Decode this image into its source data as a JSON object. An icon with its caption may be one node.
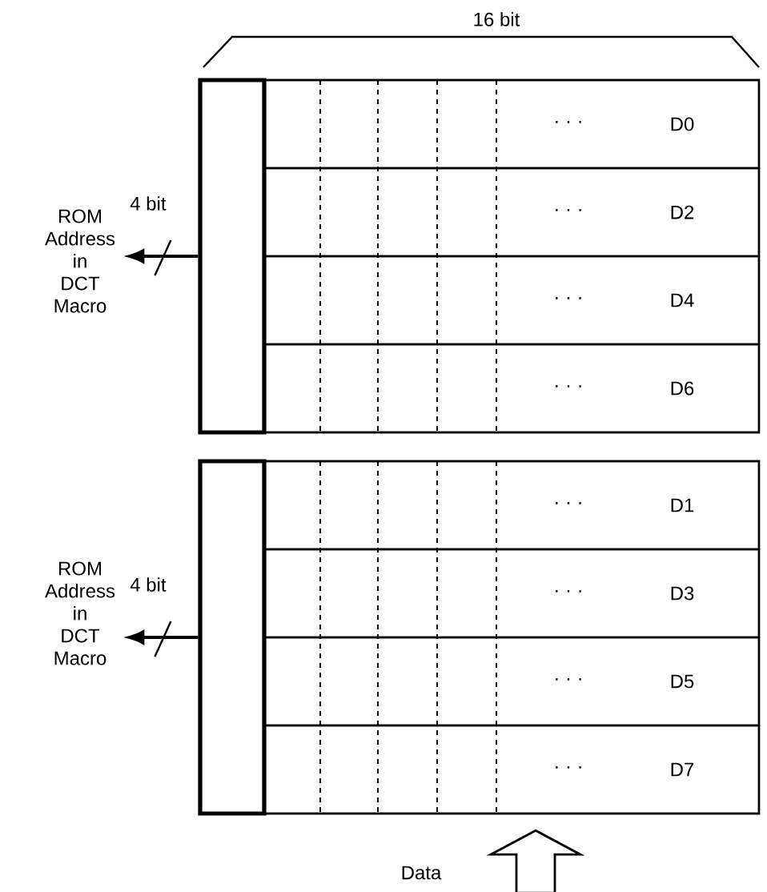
{
  "diagram": {
    "nodes": [
      {
        "text": [],
        "shape": "box"
      },
      {
        "text": [],
        "shape": "box",
        "in": 0
      },
      {
        "text": [
          "· · ·",
          "D0"
        ],
        "in": 0
      },
      {
        "text": [
          "· · ·",
          "D2"
        ],
        "in": 0
      },
      {
        "text": [
          "· · ·",
          "D4"
        ],
        "in": 0
      },
      {
        "text": [
          "· · ·",
          "D6"
        ],
        "in": 0
      },
      {
        "text": [],
        "shape": "box"
      },
      {
        "text": [],
        "shape": "box",
        "in": 6
      },
      {
        "text": [
          "· · ·",
          "D1"
        ],
        "in": 6
      },
      {
        "text": [
          "· · ·",
          "D3"
        ],
        "in": 6
      },
      {
        "text": [
          "· · ·",
          "D5"
        ],
        "in": 6
      },
      {
        "text": [
          "· · ·",
          "D7"
        ],
        "in": 6
      },
      {
        "text": [
          "ROM Address in DCT Macro"
        ]
      },
      {
        "text": [
          "ROM Address in DCT Macro"
        ]
      }
    ],
    "edges": [
      {
        "from": 1,
        "to": 12,
        "arrow": "to",
        "label": "4 bit"
      },
      {
        "from": 7,
        "to": 13,
        "arrow": "to",
        "label": "4 bit"
      },
      {
        "from": null,
        "to": 6,
        "arrow": "to",
        "style": "thick"
      }
    ],
    "labels": [
      "16 bit",
      "Data"
    ]
  }
}
